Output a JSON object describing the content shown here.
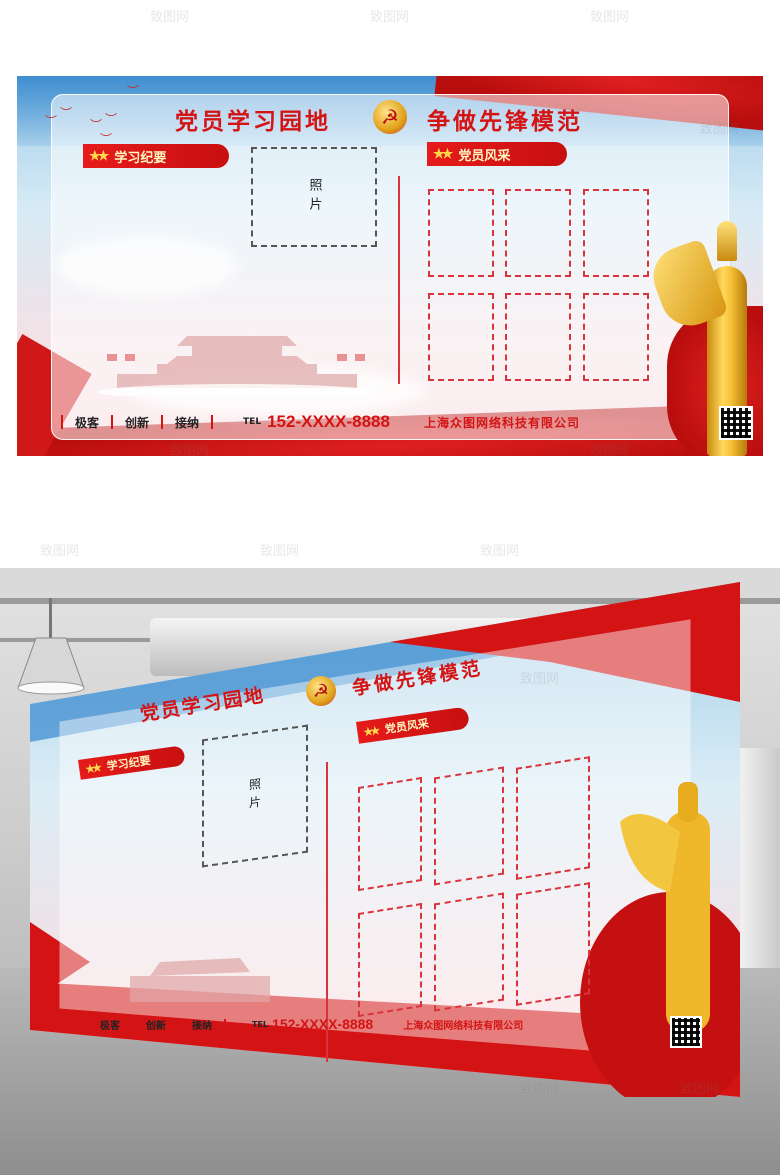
{
  "board": {
    "title_left": "党员学习园地",
    "title_right": "争做先锋模范",
    "section_left_label": "学习纪要",
    "section_right_label": "党员风采",
    "photo_label": "照片",
    "footer": {
      "nav": [
        "极客",
        "创新",
        "接纳"
      ],
      "tel_label": "TEL",
      "phone": "152-XXXX-8888",
      "company": "上海众图网络科技有限公司"
    }
  },
  "watermark": "致图网",
  "colors": {
    "primary_red": "#d41414",
    "gold": "#f5c036",
    "sky_blue": "#9ecbe8",
    "dash_red": "#d9333b"
  }
}
